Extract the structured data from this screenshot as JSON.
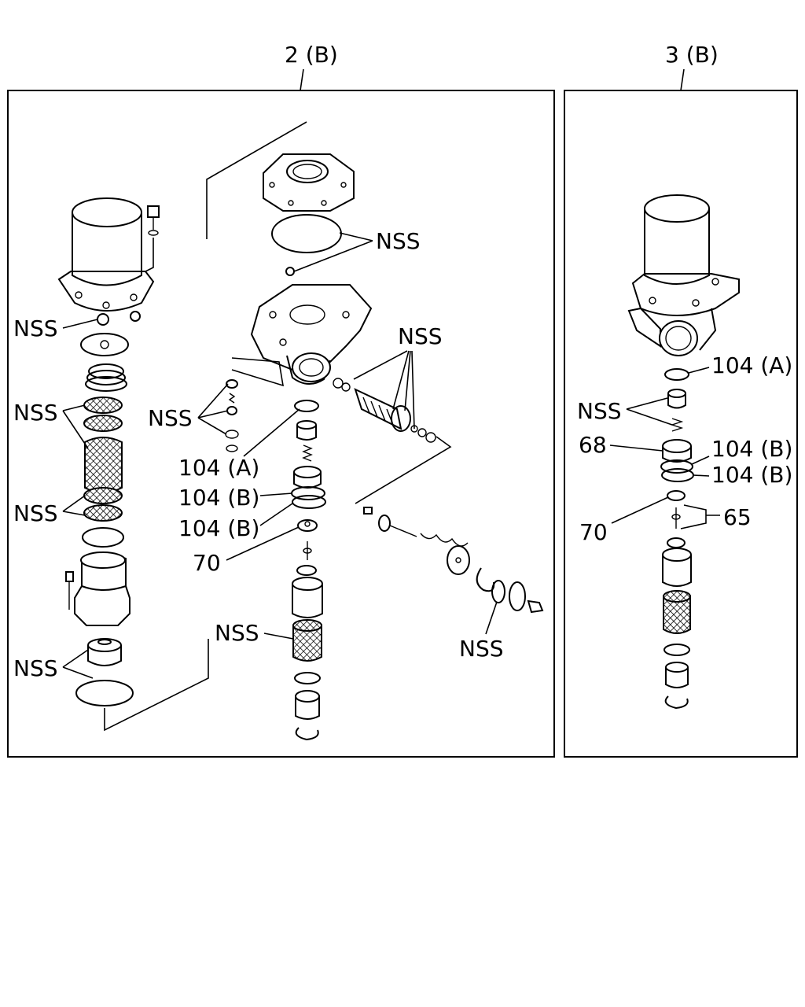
{
  "panels": {
    "left_title": "2 (B)",
    "right_title": "3 (B)"
  },
  "left_labels": {
    "nss_upper_oring": "NSS",
    "nss_cover_bolt": "NSS",
    "nss_side_valve": "NSS",
    "nss_filter_top": "NSS",
    "nss_filter_mid": "NSS",
    "nss_left_check": "NSS",
    "nss_bottom_cup": "NSS",
    "nss_mesh": "NSS",
    "nss_washer": "NSS",
    "l104a": "104 (A)",
    "l104b_1": "104 (B)",
    "l104b_2": "104 (B)",
    "l70": "70"
  },
  "right_labels": {
    "r104a": "104 (A)",
    "nss": "NSS",
    "r68": "68",
    "r104b_1": "104 (B)",
    "r104b_2": "104 (B)",
    "r70": "70",
    "r65": "65"
  }
}
